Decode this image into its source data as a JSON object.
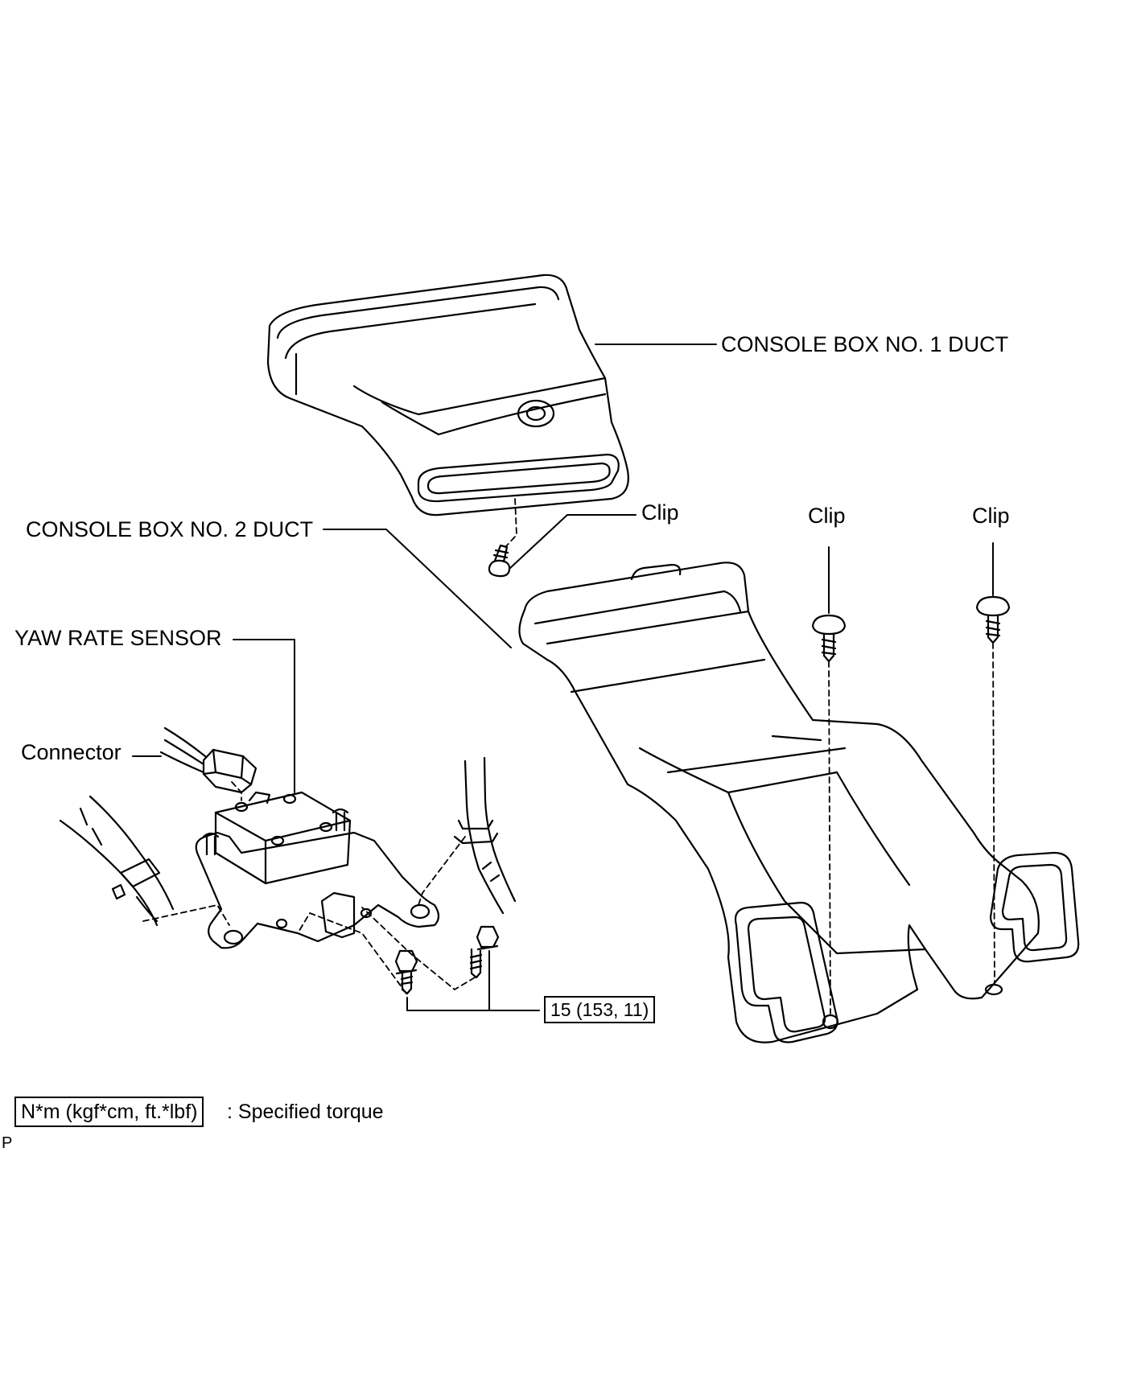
{
  "labels": {
    "console_box_no1_duct": "CONSOLE BOX NO. 1 DUCT",
    "console_box_no2_duct": "CONSOLE BOX NO. 2 DUCT",
    "yaw_rate_sensor": "YAW RATE SENSOR",
    "connector": "Connector",
    "clip_1": "Clip",
    "clip_2": "Clip",
    "clip_3": "Clip"
  },
  "torque": {
    "value": "15 (153, 11)"
  },
  "legend": {
    "unit": "N*m (kgf*cm, ft.*lbf)",
    "description": ": Specified torque"
  },
  "figure_code": "P"
}
